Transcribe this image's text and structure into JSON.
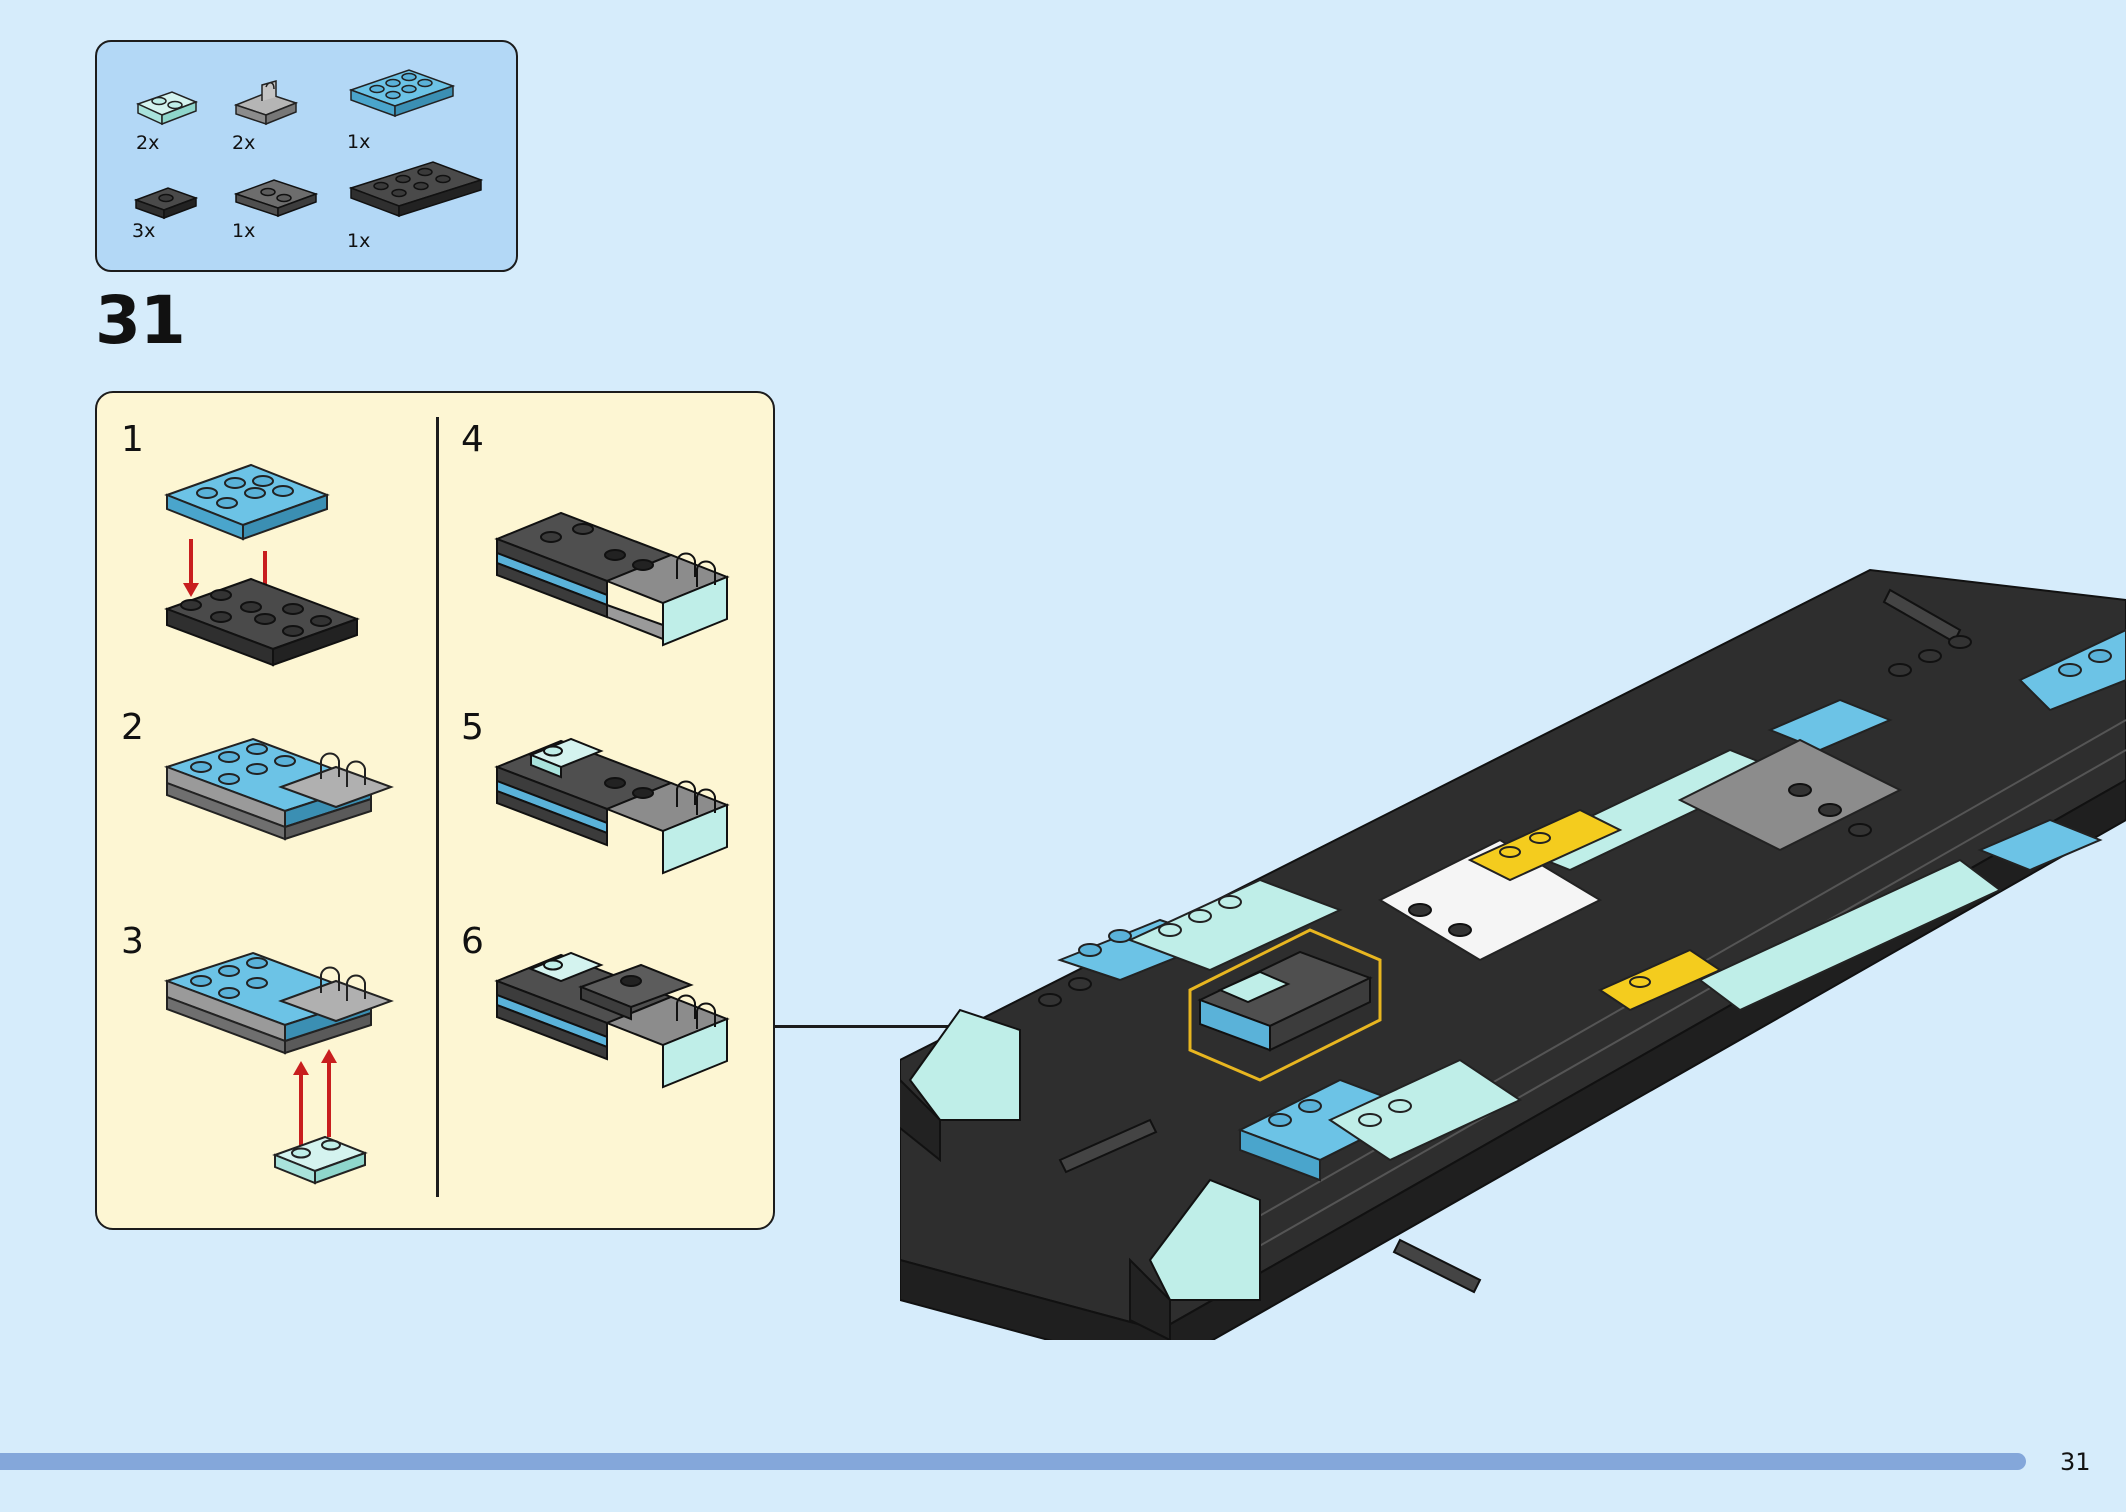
{
  "parts_list": {
    "items": [
      {
        "qty": "2x",
        "icon": "trans-light-blue-plate-1x2-icon"
      },
      {
        "qty": "2x",
        "icon": "grey-clip-plate-icon"
      },
      {
        "qty": "1x",
        "icon": "blue-plate-2x4-icon"
      },
      {
        "qty": "3x",
        "icon": "black-jumper-plate-icon"
      },
      {
        "qty": "1x",
        "icon": "dark-grey-plate-2x2-icon"
      },
      {
        "qty": "1x",
        "icon": "black-plate-2x4-icon"
      }
    ]
  },
  "step": {
    "number": "31",
    "sub_steps": [
      {
        "number": "1"
      },
      {
        "number": "2"
      },
      {
        "number": "3"
      },
      {
        "number": "4"
      },
      {
        "number": "5"
      },
      {
        "number": "6"
      }
    ]
  },
  "footer": {
    "page_number": "31"
  },
  "colors": {
    "page_background": "#d6ecfb",
    "parts_background": "#b3d8f6",
    "substep_background": "#fdf6d3",
    "brick_blue": "#5ab2d9",
    "brick_black": "#303030",
    "brick_grey": "#9a9a9a",
    "brick_trans_blue": "#bfeee8",
    "brick_yellow": "#f4cc1e",
    "arrow_red": "#c81e1e",
    "progress_bar": "#84a7da"
  }
}
